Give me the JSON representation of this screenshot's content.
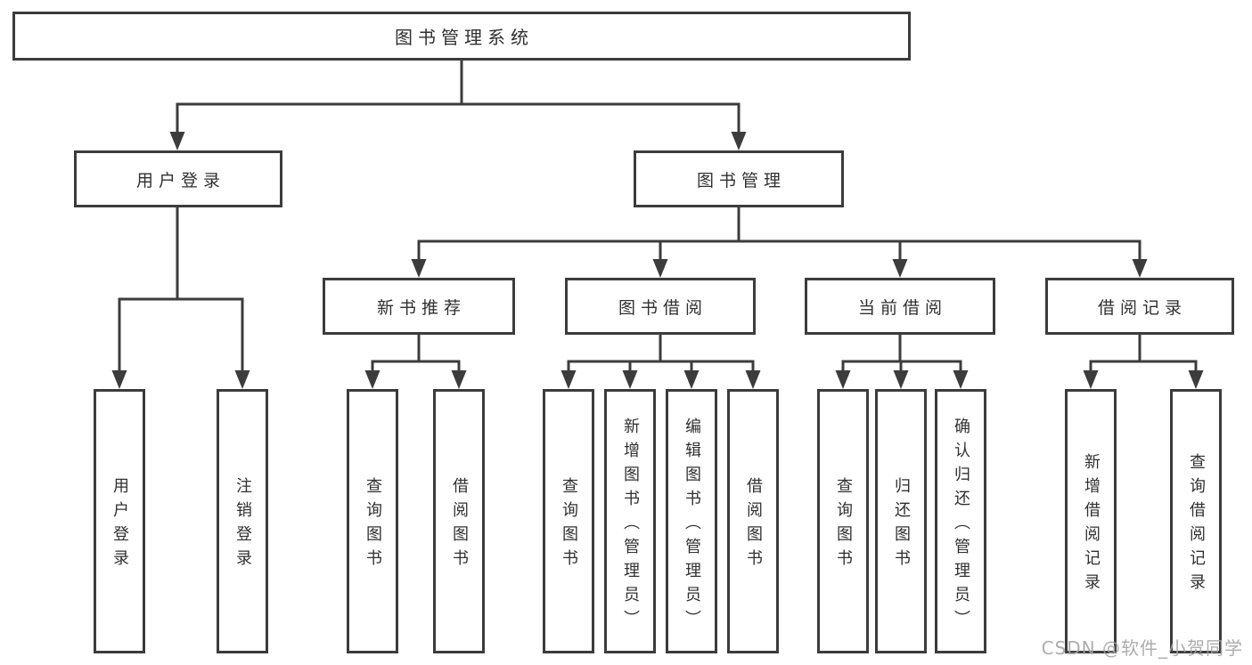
{
  "diagram_title": "图书管理系统",
  "tree": {
    "root": {
      "label": "图书管理系统",
      "children": [
        {
          "label": "用户登录",
          "children": [
            {
              "label": "用户登录"
            },
            {
              "label": "注销登录"
            }
          ]
        },
        {
          "label": "图书管理",
          "children": [
            {
              "label": "新书推荐",
              "children": [
                {
                  "label": "查询图书"
                },
                {
                  "label": "借阅图书"
                }
              ]
            },
            {
              "label": "图书借阅",
              "children": [
                {
                  "label": "查询图书"
                },
                {
                  "label": "新增图书（管理员）"
                },
                {
                  "label": "编辑图书（管理员）"
                },
                {
                  "label": "借阅图书"
                }
              ]
            },
            {
              "label": "当前借阅",
              "children": [
                {
                  "label": "查询图书"
                },
                {
                  "label": "归还图书"
                },
                {
                  "label": "确认归还（管理员）"
                }
              ]
            },
            {
              "label": "借阅记录",
              "children": [
                {
                  "label": "新增借阅记录"
                },
                {
                  "label": "查询借阅记录"
                }
              ]
            }
          ]
        }
      ]
    }
  },
  "watermark": {
    "text": "CSDN @软件_小贺同学"
  },
  "colors": {
    "line": "#3c3c3c",
    "node_border": "#3c3c3c",
    "node_text": "#303030",
    "background": "#ffffff",
    "watermark": "#a4a4a4"
  }
}
